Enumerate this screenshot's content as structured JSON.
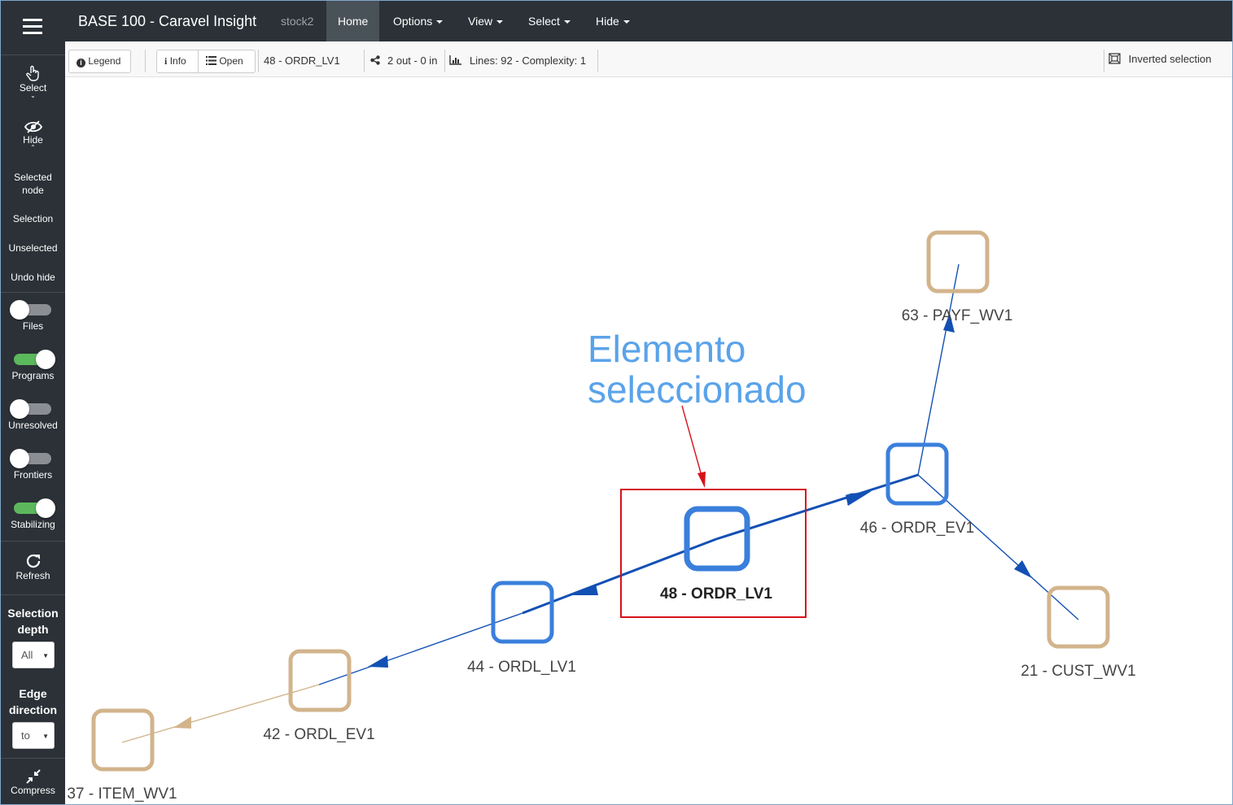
{
  "app": {
    "title": "BASE 100 - Caravel Insight",
    "project": "stock2"
  },
  "nav": {
    "home": "Home",
    "options": "Options",
    "view": "View",
    "select": "Select",
    "hide": "Hide"
  },
  "sidebar": {
    "select_label": "Select",
    "hide_label": "Hide",
    "selected_node_label": "Selected node",
    "selection_label": "Selection",
    "unselected_label": "Unselected",
    "undo_hide_label": "Undo hide",
    "toggles": {
      "files": {
        "label": "Files",
        "on": false
      },
      "programs": {
        "label": "Programs",
        "on": true
      },
      "unresolved": {
        "label": "Unresolved",
        "on": false
      },
      "frontiers": {
        "label": "Frontiers",
        "on": false
      },
      "stabilizing": {
        "label": "Stabilizing",
        "on": true
      }
    },
    "refresh_label": "Refresh",
    "selection_depth_label": "Selection depth",
    "selection_depth_value": "All",
    "edge_direction_label": "Edge direction",
    "edge_direction_value": "to",
    "compress_label": "Compress"
  },
  "toolbar": {
    "legend": "Legend",
    "info": "Info",
    "open": "Open",
    "current_node": "48 - ORDR_LV1",
    "edges": "2 out - 0 in",
    "metrics": "Lines: 92 - Complexity: 1",
    "inverted_selection": "Inverted selection"
  },
  "graph": {
    "annotation_line1": "Elemento",
    "annotation_line2": "seleccionado",
    "colors": {
      "program": "#3a7fdc",
      "unselected": "#d2b48c",
      "edge": "#1350b4",
      "annotation": "#5aa3ea",
      "highlight": "#d7111a"
    },
    "nodes": {
      "n48": {
        "label": "48 - ORDR_LV1",
        "selected": true
      },
      "n44": {
        "label": "44 - ORDL_LV1"
      },
      "n46": {
        "label": "46 - ORDR_EV1"
      },
      "n42": {
        "label": "42 - ORDL_EV1"
      },
      "n37": {
        "label": "37 - ITEM_WV1"
      },
      "n63": {
        "label": "63 - PAYF_WV1"
      },
      "n21": {
        "label": "21 - CUST_WV1"
      }
    }
  }
}
